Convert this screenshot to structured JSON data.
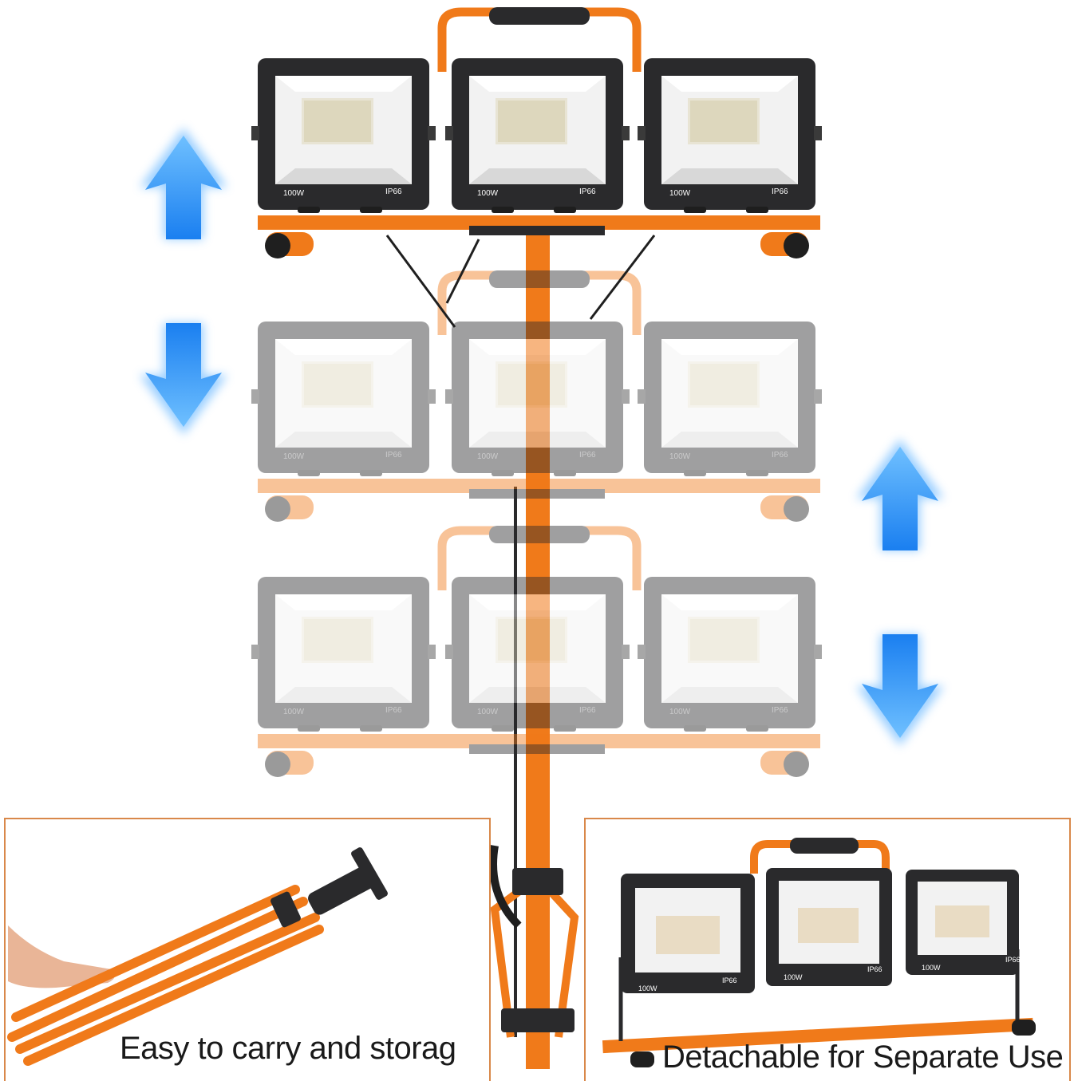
{
  "product": {
    "lamp_power_label": "100W",
    "lamp_rating_label": "IP66",
    "frame_color": "#f07a1a",
    "lamp_body_color": "#2a2a2c",
    "arrow_color": "#1e86f0"
  },
  "captions": {
    "left": "Easy to carry and storag",
    "right": "Detachable for Separate Use"
  },
  "icons": {
    "height_adjust_left": "up-down-arrow-icon",
    "height_adjust_right": "up-down-arrow-icon"
  }
}
